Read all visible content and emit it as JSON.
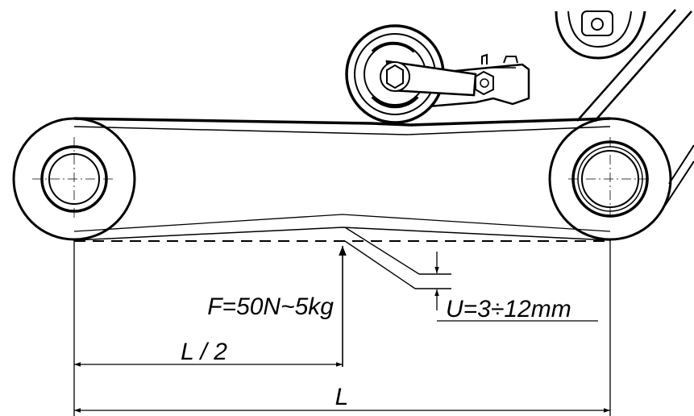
{
  "diagram": {
    "force_label": "F=50N~5kg",
    "deflection_label": "U=3÷12mm",
    "half_span_label": "L / 2",
    "span_label": "L"
  }
}
